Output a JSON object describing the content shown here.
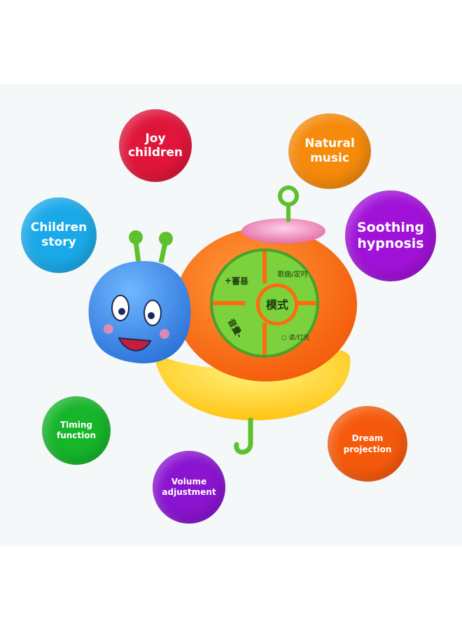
{
  "features": {
    "joy_children": {
      "label": "Joy\nchildren",
      "color": "#e0153a"
    },
    "natural_music": {
      "label": "Natural\nmusic",
      "color": "#f58a0b"
    },
    "children_story": {
      "label": "Children\nstory",
      "color": "#1aa9e8"
    },
    "soothing_hypnosis": {
      "label": "Soothing\nhypnosis",
      "color": "#a012d8"
    },
    "timing_function": {
      "label": "Timing\nfunction",
      "color": "#16b52a"
    },
    "dream_projection": {
      "label": "Dream\nprojection",
      "color": "#f55a0c"
    },
    "volume_adjustment": {
      "label": "Volume\nadjustment",
      "color": "#8a14d0"
    }
  },
  "toy": {
    "mode_button": "模式",
    "top_right_button": "歌曲/定时",
    "bottom_right_button": "○ 读/灯光",
    "left_top_button": "音量+",
    "left_bottom_button": "音量-",
    "body_color": "#ff6a10",
    "shell_color": "#ffd21f",
    "head_color": "#3a8ee8",
    "panel_color": "#7bd23c"
  }
}
